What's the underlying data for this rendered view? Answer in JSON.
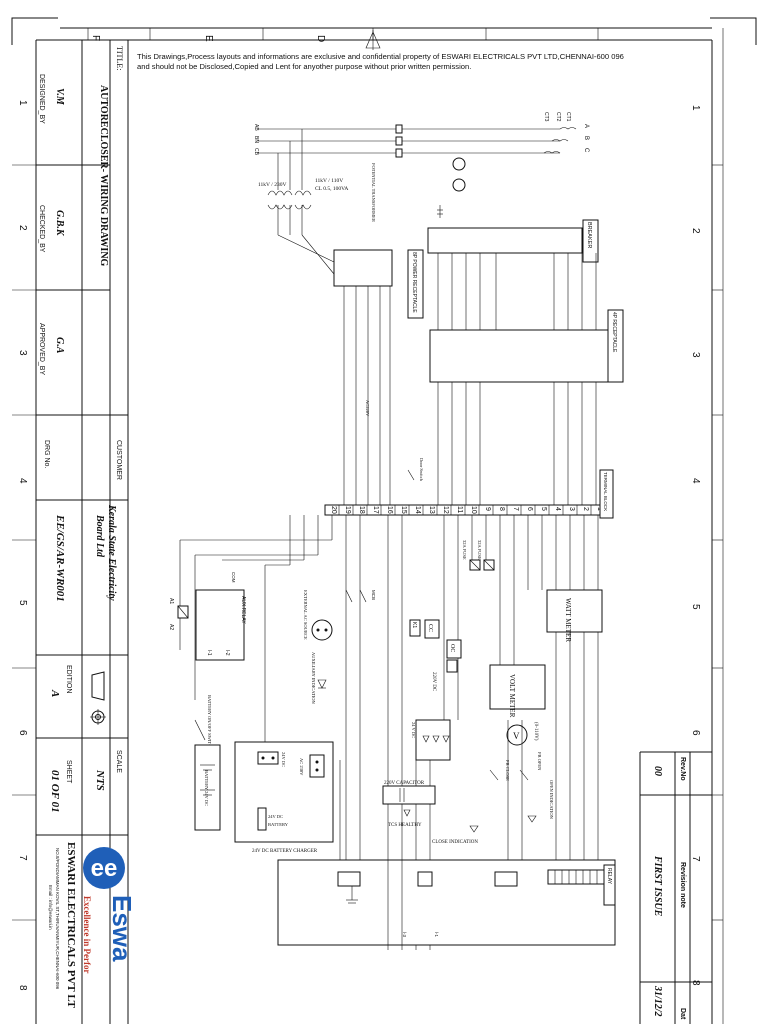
{
  "notice": {
    "line1": "This Drawings,Process layouts and informations are exclusive and confidential property of ESWARI ELECTRICALS PVT LTD,CHENNAI-600 096",
    "line2": "and should not be Disclosed,Copied and Lent for anyother purpose without prior written permission."
  },
  "border": {
    "top_numbers": [
      "1",
      "2",
      "3",
      "4",
      "5",
      "6",
      "7",
      "8"
    ],
    "left_letters": [
      "F",
      "E",
      "D"
    ]
  },
  "title_block": {
    "title_label": "TITLE:",
    "title": "AUTORECLOSER- WIRING DRAWING",
    "designed_value": "V.M",
    "designed_label": "DESIGNED_BY",
    "checked_value": "G.B.K",
    "checked_label": "CHECKED_BY",
    "approved_value": "G.A",
    "approved_label": "APPROVED_BY",
    "customer_label": "CUSTOMER",
    "customer_value_1": "Kerala State Electricity",
    "customer_value_2": "Board Ltd",
    "drg_label": "DRG No.",
    "drg_value": "EE/GS/AR-WR001",
    "edition_label": "EDITION",
    "edition_value": "A",
    "scale_label": "SCALE",
    "scale_value": "NTS",
    "sheet_label": "SHEET",
    "sheet_value": "01 OF 01",
    "company_name": "ESWARI ELECTRICALS PVT LT",
    "company_addr": "NO.8/PONDIAMMAN KOVIL ST,THIRUVANMIYUR,CHENNAI-600 096",
    "company_email": "Email : info@eswari.in",
    "logo_mark": "ee",
    "logo_brand": "Eswa",
    "logo_tagline": "Excellence in Perfor"
  },
  "revision": {
    "col_rev": "Rev.No",
    "col_note": "Revision note",
    "col_date": "Dat",
    "rev_no": "00",
    "note": "FIRST ISSUE",
    "date": "31/12/2"
  },
  "diagram": {
    "breaker": "BREAKER",
    "receptacle_4p": "4P RECEPTACLE",
    "power_receptacle_8p": "8P POWER RECEPTACLE",
    "terminal_block": "TERMINAL BLOCK",
    "watt_meter": "WATT METER",
    "volt_meter": "VOLT METER",
    "volt_gauge": "V",
    "volt_range": "(0-110V)",
    "relay": "RELAY",
    "aux_relay": "AUX.RELAY",
    "battery_charger": "24V DC BATTERY CHARGER",
    "battery_24v": "24V DC",
    "battery": "BATTERY",
    "battery_on_off": "BATTERY ON/OFF SWITCH",
    "battery_switch": "BATTERY 24V DC",
    "capacitor": "220V CAPACITOR",
    "tcs_healthy": "TCS HEALTHY",
    "close_indication": "CLOSE INDICATION",
    "open_indication": "OPEN INDICATION",
    "pb_open": "PB OPEN",
    "pb_close": "PB CLOSE",
    "external_ac": "EXTERNAL AC SOURCE",
    "aux_indication": "AUXILIARY INDICATION",
    "mcb": "MCB",
    "door_switch": "Door Switch",
    "potential_transformer": "POTENTIAL TRANSFORMER",
    "pt_rating": "11kV / 110V",
    "pt_class": "CL 0.5,  100VA",
    "aux_tx": "11kV / 230V",
    "fuse_32a": "32A FUSE",
    "label_220vdc": "220V DC",
    "label_24vdc": "24 V DC",
    "label_ac220": "AC 220V",
    "label_ac230": "AC 230V",
    "label_ac220v": "AC220V",
    "tb_numbers": [
      "1",
      "2",
      "3",
      "4",
      "5",
      "6",
      "7",
      "8",
      "9",
      "10",
      "11",
      "12",
      "13",
      "14",
      "15",
      "16",
      "17",
      "18",
      "19",
      "20"
    ],
    "phase_labels": [
      "A",
      "B",
      "C"
    ],
    "ct_labels": [
      "CT1",
      "CT2",
      "CT3"
    ],
    "pt_secondary": [
      "AB",
      "BN",
      "CB"
    ],
    "cc": "CC",
    "oc": "OC",
    "k1": "K1",
    "a1": "A1",
    "a2": "A2",
    "com": "COM",
    "l1": "l-1",
    "l2": "l-2",
    "l3": "l-3"
  }
}
